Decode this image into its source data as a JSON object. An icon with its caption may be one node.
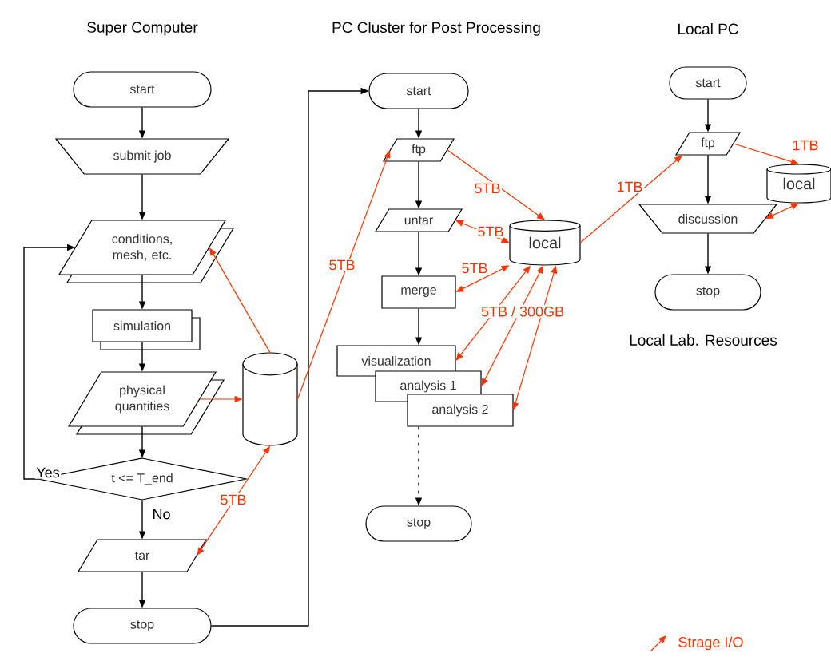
{
  "diagram": {
    "nodes": [
      {
        "text": [
          "start"
        ]
      },
      {
        "text": [
          "submit job"
        ]
      },
      {
        "text": [
          "conditions, mesh, etc."
        ]
      },
      {
        "text": [
          "simulation"
        ]
      },
      {
        "text": [
          "physical quantities"
        ]
      },
      {
        "text": [
          "t <= T_end"
        ]
      },
      {
        "text": [
          "tar"
        ]
      },
      {
        "text": [
          "stop"
        ]
      },
      {
        "text": [],
        "shape": "cylinder"
      },
      {
        "text": [
          "start"
        ]
      },
      {
        "text": [
          "ftp"
        ]
      },
      {
        "text": [
          "untar"
        ]
      },
      {
        "text": [
          "local"
        ]
      },
      {
        "text": [
          "merge"
        ]
      },
      {
        "text": [
          "visualization"
        ]
      },
      {
        "text": [
          "analysis 1"
        ]
      },
      {
        "text": [
          "analysis 2"
        ]
      },
      {
        "text": [
          "stop"
        ]
      },
      {
        "text": [
          "start"
        ]
      },
      {
        "text": [
          "ftp"
        ]
      },
      {
        "text": [
          "local"
        ]
      },
      {
        "text": [
          "discussion"
        ]
      },
      {
        "text": [
          "stop"
        ]
      }
    ],
    "edges": [
      {
        "from": 0,
        "to": 1,
        "arrow": "to"
      },
      {
        "from": 1,
        "to": 2,
        "arrow": "to"
      },
      {
        "from": 2,
        "to": 3,
        "arrow": "to"
      },
      {
        "from": 3,
        "to": 4,
        "arrow": "to"
      },
      {
        "from": 4,
        "to": 5,
        "arrow": "to"
      },
      {
        "from": 5,
        "to": 6,
        "arrow": "to",
        "label": "No"
      },
      {
        "from": 6,
        "to": 7,
        "arrow": "to"
      },
      {
        "from": 5,
        "to": 2,
        "arrow": "to",
        "label": "Yes"
      },
      {
        "from": 7,
        "to": 9,
        "arrow": "to"
      },
      {
        "from": 9,
        "to": 10,
        "arrow": "to"
      },
      {
        "from": 10,
        "to": 11,
        "arrow": "to"
      },
      {
        "from": 11,
        "to": 13,
        "arrow": "to"
      },
      {
        "from": 13,
        "to": 14,
        "arrow": "to"
      },
      {
        "from": 16,
        "to": 17,
        "arrow": "to",
        "style": "dashed"
      },
      {
        "from": 18,
        "to": 19,
        "arrow": "to"
      },
      {
        "from": 19,
        "to": 21,
        "arrow": "to"
      },
      {
        "from": 21,
        "to": 22,
        "arrow": "to"
      },
      {
        "from": 4,
        "to": 8,
        "arrow": "to",
        "color": "#ff3300"
      },
      {
        "from": 8,
        "to": 2,
        "arrow": "to",
        "color": "#ff3300"
      },
      {
        "from": 6,
        "to": 8,
        "arrow": "both",
        "color": "#ff3300",
        "label": "5TB"
      },
      {
        "from": 8,
        "to": 10,
        "arrow": "to",
        "color": "#ff3300",
        "label": "5TB"
      },
      {
        "from": 10,
        "to": 12,
        "arrow": "to",
        "color": "#ff3300",
        "label": "5TB"
      },
      {
        "from": 11,
        "to": 12,
        "arrow": "both",
        "color": "#ff3300",
        "label": "5TB"
      },
      {
        "from": 13,
        "to": 12,
        "arrow": "both",
        "color": "#ff3300",
        "label": "5TB"
      },
      {
        "from": 14,
        "to": 12,
        "arrow": "both",
        "color": "#ff3300",
        "label": "5TB / 300GB"
      },
      {
        "from": 15,
        "to": 12,
        "arrow": "both",
        "color": "#ff3300"
      },
      {
        "from": 16,
        "to": 12,
        "arrow": "both",
        "color": "#ff3300"
      },
      {
        "from": 12,
        "to": 19,
        "arrow": "to",
        "color": "#ff3300",
        "label": "1TB"
      },
      {
        "from": 19,
        "to": 20,
        "arrow": "to",
        "color": "#ff3300",
        "label": "1TB"
      },
      {
        "from": 21,
        "to": 20,
        "arrow": "both",
        "color": "#ff3300"
      }
    ],
    "labels": [
      "Super Computer",
      "PC Cluster for Post Processing",
      "Local PC",
      "Local Lab. Resources"
    ],
    "legend": [
      {
        "text": "Strage I/O"
      }
    ]
  }
}
